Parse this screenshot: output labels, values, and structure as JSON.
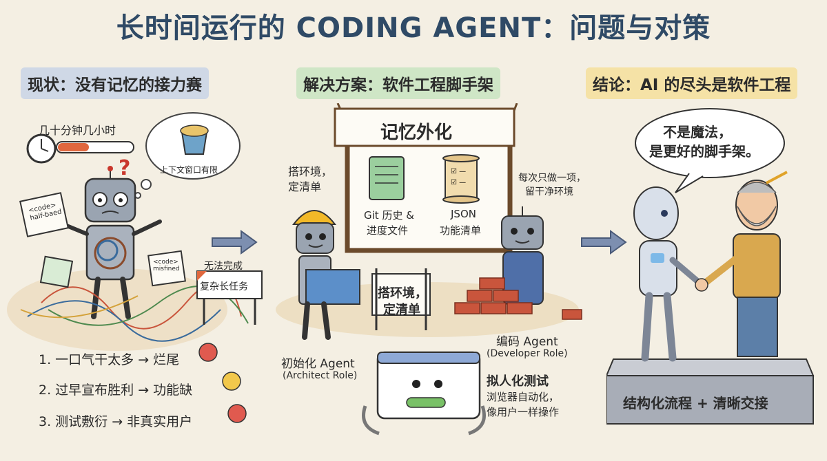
{
  "title": "长时间运行的 CODING AGENT：问题与对策",
  "sections": {
    "current": {
      "header": "现状：没有记忆的接力赛",
      "timer_label": "几十分钟几小时",
      "bubble_text": "上下文窗口有限",
      "code_a": "<code> half-baed",
      "code_b": "<code> misfined",
      "barrier_top": "无法完成",
      "barrier_sign": "复杂长任务",
      "problems": [
        {
          "text": "1. 一口气干太多 → 烂尾"
        },
        {
          "text": "2. 过早宣布胜利 → 功能缺"
        },
        {
          "text": "3. 测试敷衍 → 非真实用户"
        }
      ]
    },
    "solution": {
      "header": "解决方案：软件工程脚手架",
      "board_title": "记忆外化",
      "git_label_1": "Git 历史 &",
      "git_label_2": "进度文件",
      "json_label_1": "JSON",
      "json_label_2": "功能清单",
      "architect_note_1": "搭环境，",
      "architect_note_2": "定清单",
      "sign_1": "搭环境，",
      "sign_2": "定清单",
      "developer_note_1": "每次只做一项，",
      "developer_note_2": "留干净环境",
      "architect_name": "初始化 Agent",
      "architect_role": "(Architect Role)",
      "developer_name": "编码 Agent",
      "developer_role": "(Developer Role)",
      "test_title": "拟人化测试",
      "test_desc_1": "浏览器自动化，",
      "test_desc_2": "像用户一样操作"
    },
    "conclusion": {
      "header": "结论：AI 的尽头是软件工程",
      "speech_1": "不是魔法，",
      "speech_2": "是更好的脚手架。",
      "pedestal": "结构化流程 + 清晰交接"
    }
  },
  "colors": {
    "title": "#2f4a66",
    "header_current": "#cfd8e6",
    "header_solution": "#cfe6c6",
    "header_conclusion": "#f5e2a6",
    "arrow": "#7d8fb0",
    "brick": "#c9553c"
  }
}
